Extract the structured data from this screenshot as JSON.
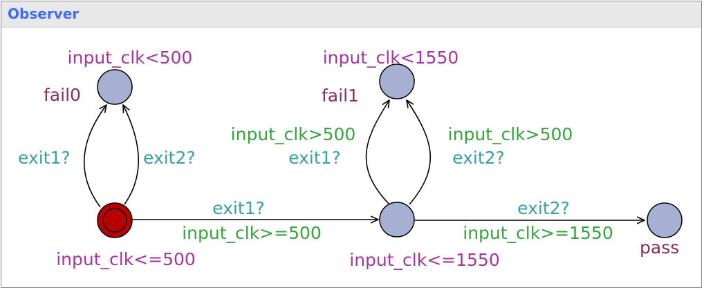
{
  "template": {
    "name": "Observer"
  },
  "colors": {
    "invariant": "#a7359f",
    "guard": "#36a43e",
    "sync": "#3b9fa6",
    "location_name": "#8a2f55",
    "location_fill": "#a7b0d3",
    "initial_fill": "#b90000",
    "edge": "#000000",
    "title": "#3f6bff"
  },
  "locations": {
    "start": {
      "invariant": "input_clk<=500"
    },
    "fail0": {
      "name": "fail0",
      "invariant": "input_clk<500"
    },
    "mid": {
      "invariant": "input_clk<=1550"
    },
    "fail1": {
      "name": "fail1",
      "invariant": "input_clk<1550"
    },
    "pass": {
      "name": "pass"
    }
  },
  "edges": {
    "start_to_fail0_a": {
      "sync": "exit1?"
    },
    "start_to_fail0_b": {
      "sync": "exit2?"
    },
    "start_to_mid": {
      "sync": "exit1?",
      "guard": "input_clk>=500"
    },
    "mid_to_fail1_a": {
      "guard": "input_clk>500",
      "sync": "exit1?"
    },
    "mid_to_fail1_b": {
      "guard": "input_clk>500",
      "sync": "exit2?"
    },
    "mid_to_pass": {
      "sync": "exit2?",
      "guard": "input_clk>=1550"
    }
  }
}
